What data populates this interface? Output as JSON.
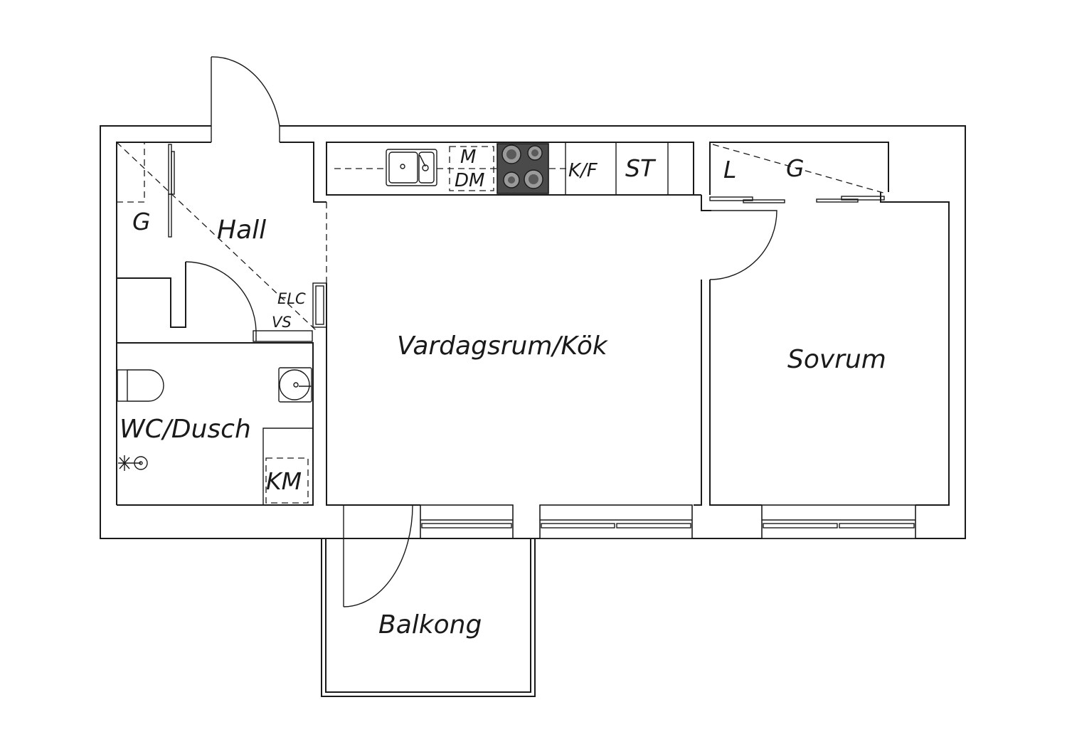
{
  "rooms": {
    "hall": "Hall",
    "living_kitchen": "Vardagsrum/Kök",
    "bedroom": "Sovrum",
    "bathroom": "WC/Dusch",
    "balcony": "Balkong"
  },
  "fixtures": {
    "hall_wardrobe": "G",
    "microwave": "M",
    "dishwasher": "DM",
    "fridge_freezer": "K/F",
    "storage": "ST",
    "linen_closet": "L",
    "bedroom_wardrobe": "G",
    "electrical_cabinet": "ELC",
    "water_heater": "VS",
    "washing_machine": "KM"
  },
  "colors": {
    "line": "#1a1a1a",
    "stove": "#4a4a4a",
    "background": "#ffffff"
  }
}
